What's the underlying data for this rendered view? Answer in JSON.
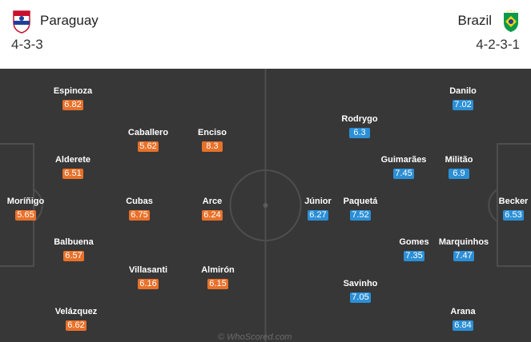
{
  "home": {
    "name": "Paraguay",
    "formation": "4-3-3",
    "crest_icon": "paraguay-crest-icon",
    "color": "#e8712a",
    "players": [
      {
        "name": "Espinoza",
        "rating": "6.82"
      },
      {
        "name": "Caballero",
        "rating": "5.62"
      },
      {
        "name": "Enciso",
        "rating": "8.3"
      },
      {
        "name": "Alderete",
        "rating": "6.51"
      },
      {
        "name": "Moríñigo",
        "rating": "5.65"
      },
      {
        "name": "Cubas",
        "rating": "6.75"
      },
      {
        "name": "Arce",
        "rating": "6.24"
      },
      {
        "name": "Balbuena",
        "rating": "6.57"
      },
      {
        "name": "Villasanti",
        "rating": "6.16"
      },
      {
        "name": "Almirón",
        "rating": "6.15"
      },
      {
        "name": "Velázquez",
        "rating": "6.62"
      }
    ]
  },
  "away": {
    "name": "Brazil",
    "formation": "4-2-3-1",
    "crest_icon": "brazil-crest-icon",
    "color": "#2b8fd6",
    "players": [
      {
        "name": "Danilo",
        "rating": "7.02"
      },
      {
        "name": "Rodrygo",
        "rating": "6.3"
      },
      {
        "name": "Guimarães",
        "rating": "7.45"
      },
      {
        "name": "Militão",
        "rating": "6.9"
      },
      {
        "name": "Júnior",
        "rating": "6.27"
      },
      {
        "name": "Paquetá",
        "rating": "7.52"
      },
      {
        "name": "Becker",
        "rating": "6.53"
      },
      {
        "name": "Gomes",
        "rating": "7.35"
      },
      {
        "name": "Marquinhos",
        "rating": "7.47"
      },
      {
        "name": "Savinho",
        "rating": "7.05"
      },
      {
        "name": "Arana",
        "rating": "6.84"
      }
    ]
  },
  "watermark": "© WhoScored.com"
}
